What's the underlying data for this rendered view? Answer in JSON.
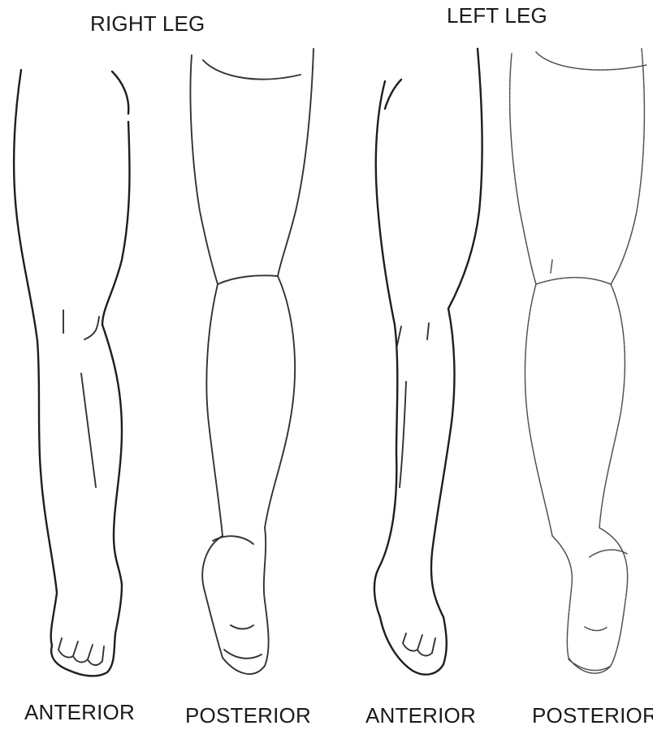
{
  "titles": {
    "right": "RIGHT LEG",
    "left": "LEFT LEG"
  },
  "views": {
    "right_anterior": "ANTERIOR",
    "right_posterior": "POSTERIOR",
    "left_anterior": "ANTERIOR",
    "left_posterior": "POSTERIOR"
  }
}
